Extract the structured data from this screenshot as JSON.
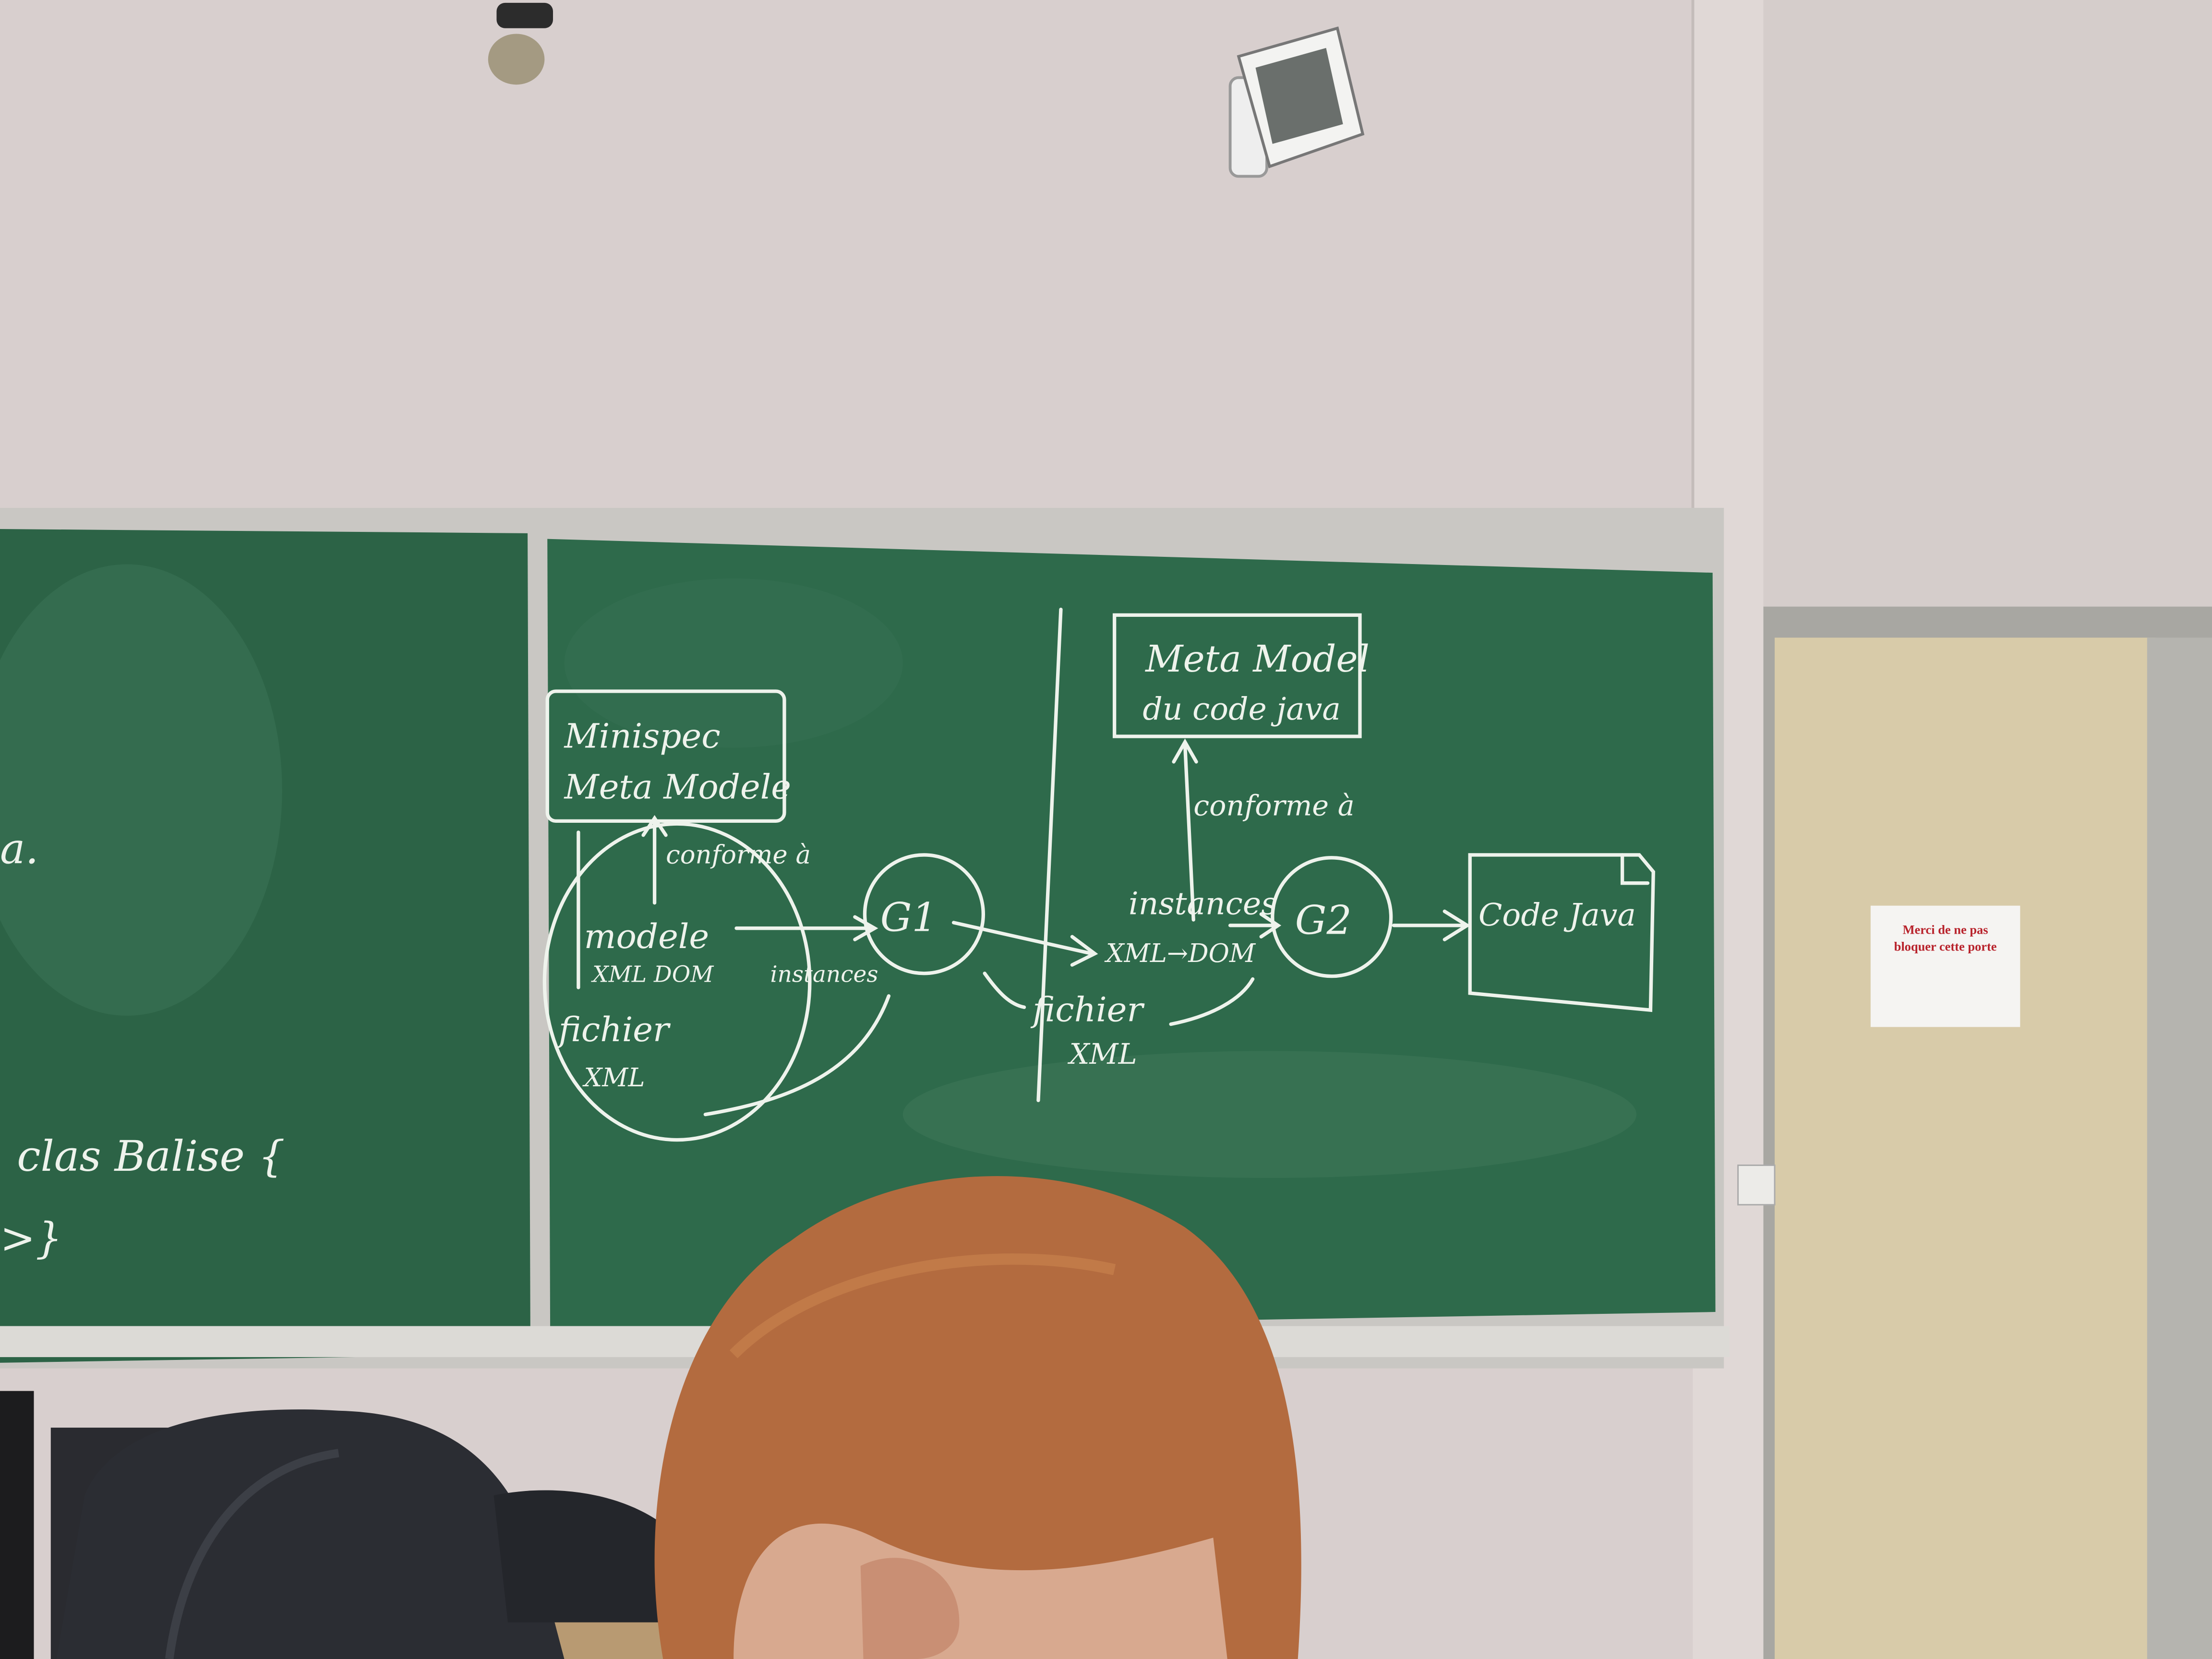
{
  "scene": {
    "board_color": "#2f6b4c",
    "wall_color": "#d9d0cf",
    "door_color": "#d8cba9",
    "hair_color": "#b46a3d"
  },
  "chalkboard": {
    "left_panel": {
      "fragment": "a.",
      "code_line_1": "clas Balise {",
      "code_line_2": ">}"
    },
    "diagram": {
      "box_minispec": [
        "Minispec",
        "Meta Modele"
      ],
      "conforme_left": "conforme à",
      "circle_modele": "modele",
      "circle_xml_dom": "XML  DOM",
      "circle_instances": "instances",
      "circle_fichier": "fichier",
      "circle_xml": "XML",
      "g1": "G1",
      "fichier_xml": [
        "fichier",
        "XML"
      ],
      "instances_right": "instances",
      "xml_dom_right": "XML→DOM",
      "box_meta_java": [
        "Meta Model",
        "du code java"
      ],
      "conforme_right": "conforme à",
      "g2": "G2",
      "code_java": "Code Java"
    }
  },
  "door_sign": {
    "line1": "Merci de ne pas",
    "line2": "bloquer cette porte"
  }
}
